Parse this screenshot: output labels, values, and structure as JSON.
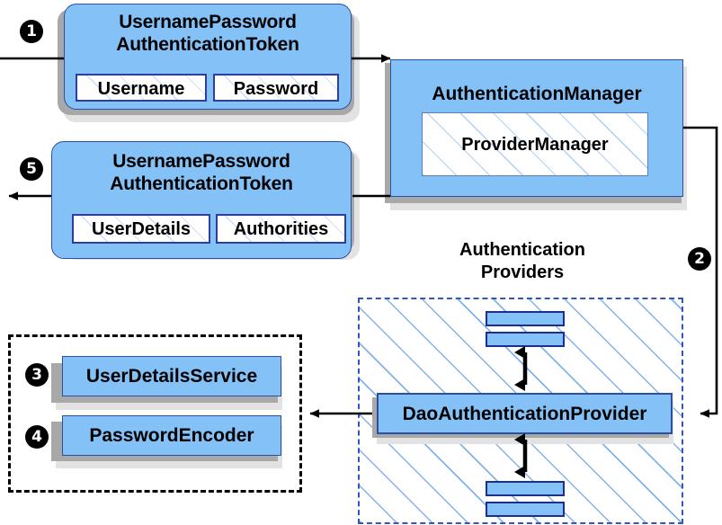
{
  "diagram": {
    "title": "Spring Security DaoAuthenticationProvider authentication flow",
    "colors": {
      "card_fill": "#84c1f7",
      "card_border": "#2c4fa0",
      "hatch_blue": "#6ea5eb",
      "providers_border": "#3355c4",
      "group_border": "#000000",
      "shadow_near": "#a8a8a8",
      "shadow_far": "#e2e2e2",
      "line": "#000000",
      "step_badge_bg": "#000000",
      "step_badge_fg": "#ffffff"
    }
  },
  "steps": {
    "one": "1",
    "two": "2",
    "three": "3",
    "four": "4",
    "five": "5"
  },
  "request_token": {
    "title_line1": "UsernamePassword",
    "title_line2": "AuthenticationToken",
    "slots": [
      {
        "label": "Username"
      },
      {
        "label": "Password"
      }
    ]
  },
  "response_token": {
    "title_line1": "UsernamePassword",
    "title_line2": "AuthenticationToken",
    "slots": [
      {
        "label": "UserDetails"
      },
      {
        "label": "Authorities"
      }
    ]
  },
  "authentication_manager": {
    "title": "AuthenticationManager",
    "inner": {
      "label": "ProviderManager"
    }
  },
  "authentication_providers": {
    "label_line1": "Authentication",
    "label_line2": "Providers",
    "main_provider": {
      "label": "DaoAuthenticationProvider"
    },
    "other_providers": [
      {
        "label": ""
      },
      {
        "label": ""
      },
      {
        "label": ""
      },
      {
        "label": ""
      }
    ]
  },
  "collaborators": {
    "items": [
      {
        "label": "UserDetailsService",
        "step": "3"
      },
      {
        "label": "PasswordEncoder",
        "step": "4"
      }
    ]
  }
}
